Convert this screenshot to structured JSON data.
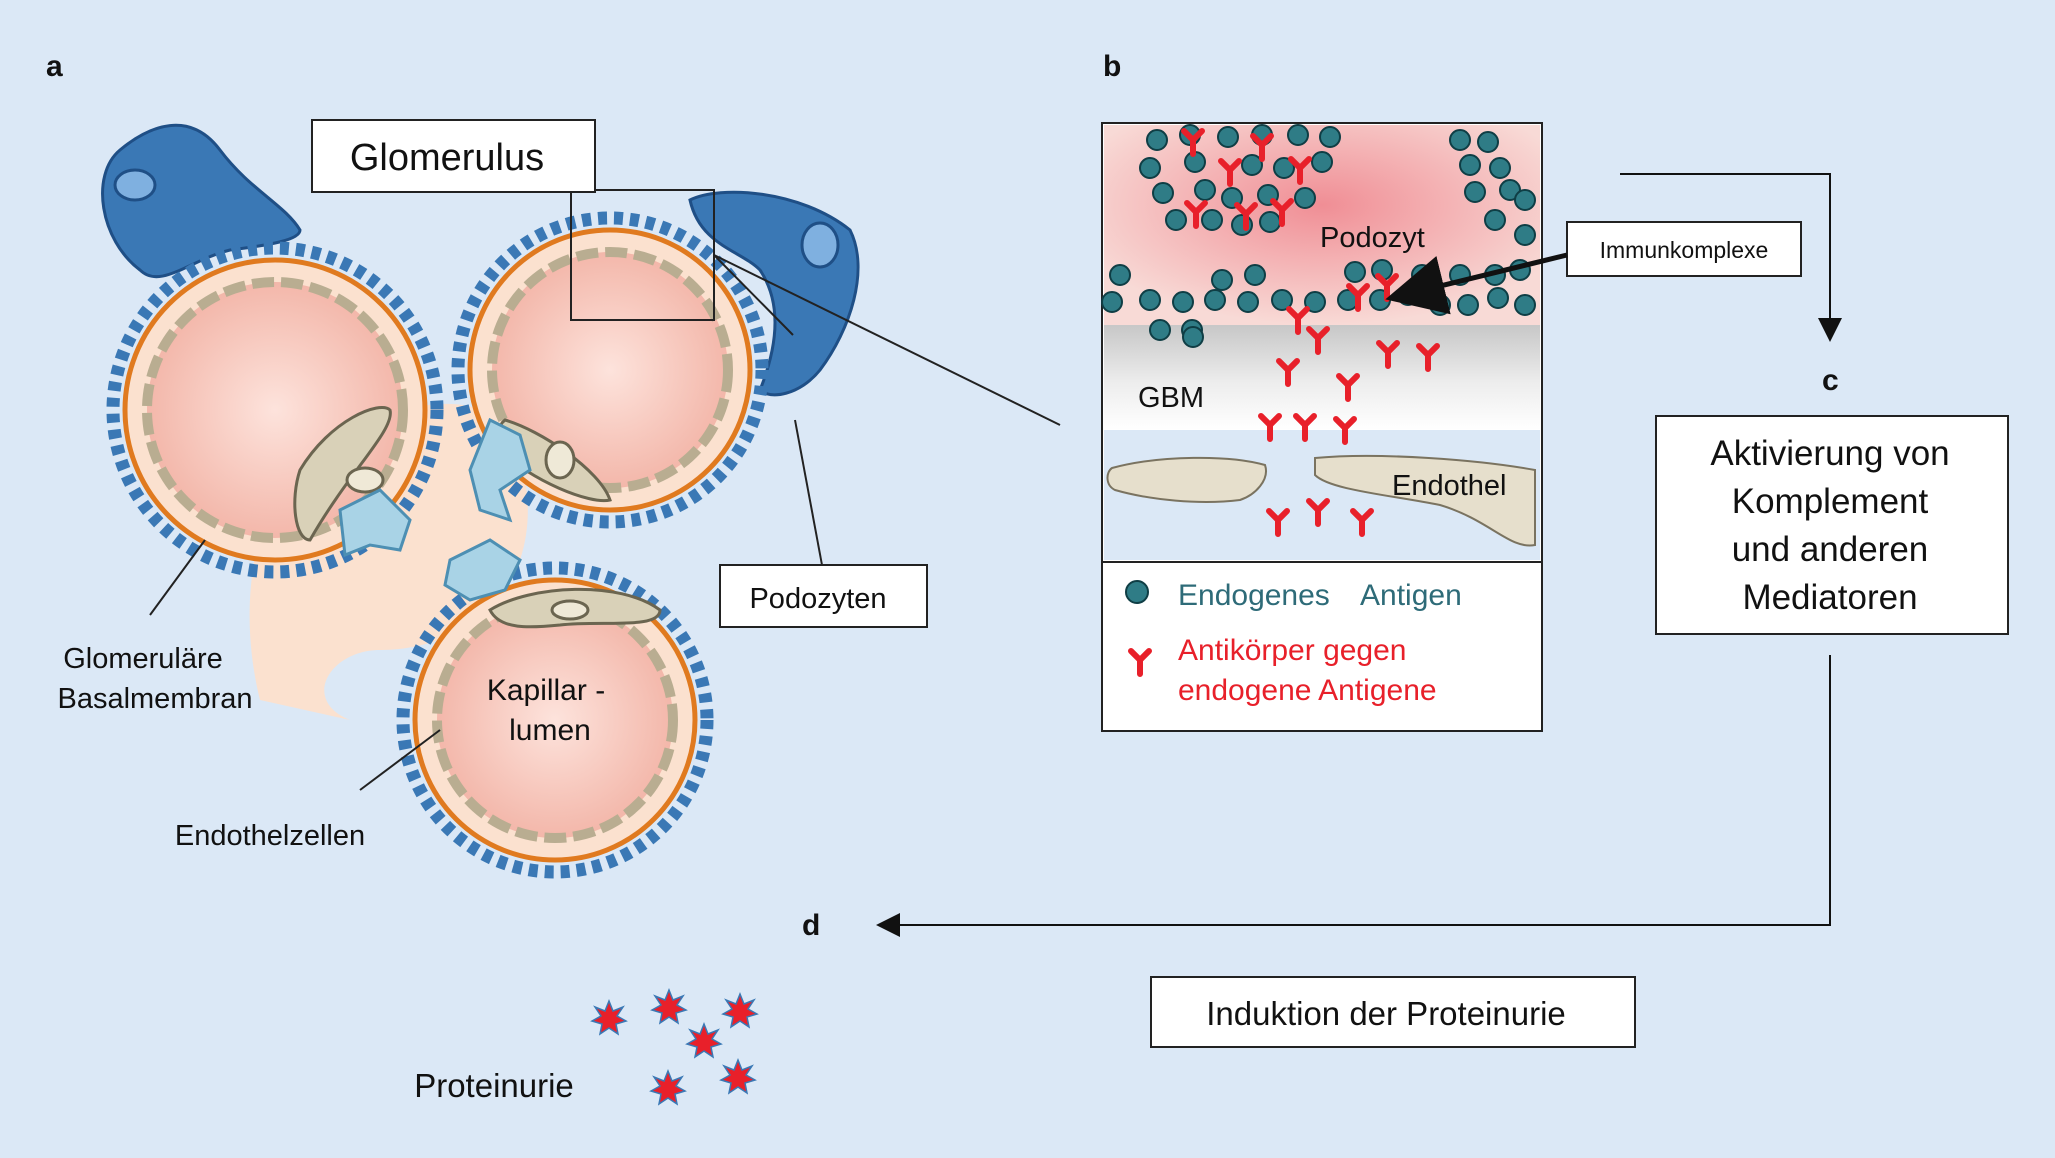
{
  "panels": {
    "a": "a",
    "b": "b",
    "c": "c",
    "d": "d"
  },
  "glomerulus": {
    "title": "Glomerulus",
    "label_gbm_line1": "Glomeruläre",
    "label_gbm_line2": "Basalmembran",
    "label_endothelial_cells": "Endothelzellen",
    "label_capillary_line1": "Kapillar -",
    "label_capillary_line2": "lumen",
    "label_podocytes": "Podozyten"
  },
  "zoom": {
    "label_podocyte": "Podozyt",
    "label_gbm": "GBM",
    "label_endothel": "Endothel",
    "callout_immune_complexes": "Immunkomplexe",
    "legend_antigen_word1": "Endogenes",
    "legend_antigen_word2": "Antigen",
    "legend_antibody_line1": "Antikörper gegen",
    "legend_antibody_line2": "endogene Antigene"
  },
  "activation": {
    "line1": "Aktivierung von",
    "line2": "Komplement",
    "line3": "und anderen",
    "line4": "Mediatoren"
  },
  "induction": {
    "text": "Induktion der  Proteinurie"
  },
  "proteinuria": {
    "label": "Proteinurie"
  },
  "colors": {
    "background": "#dbe8f6",
    "podocyte_blue": "#3a78b5",
    "gbm_orange": "#e07a1f",
    "lumen_pink": "#f7c9bf",
    "endothelium_beige": "#e6dfcc",
    "antigen_teal": "#2f7c86",
    "antibody_red": "#e8202a",
    "legend_teal_text": "#2e6b78",
    "legend_red_text": "#e8202a",
    "mesangial_cyan": "#a9d3e6"
  }
}
